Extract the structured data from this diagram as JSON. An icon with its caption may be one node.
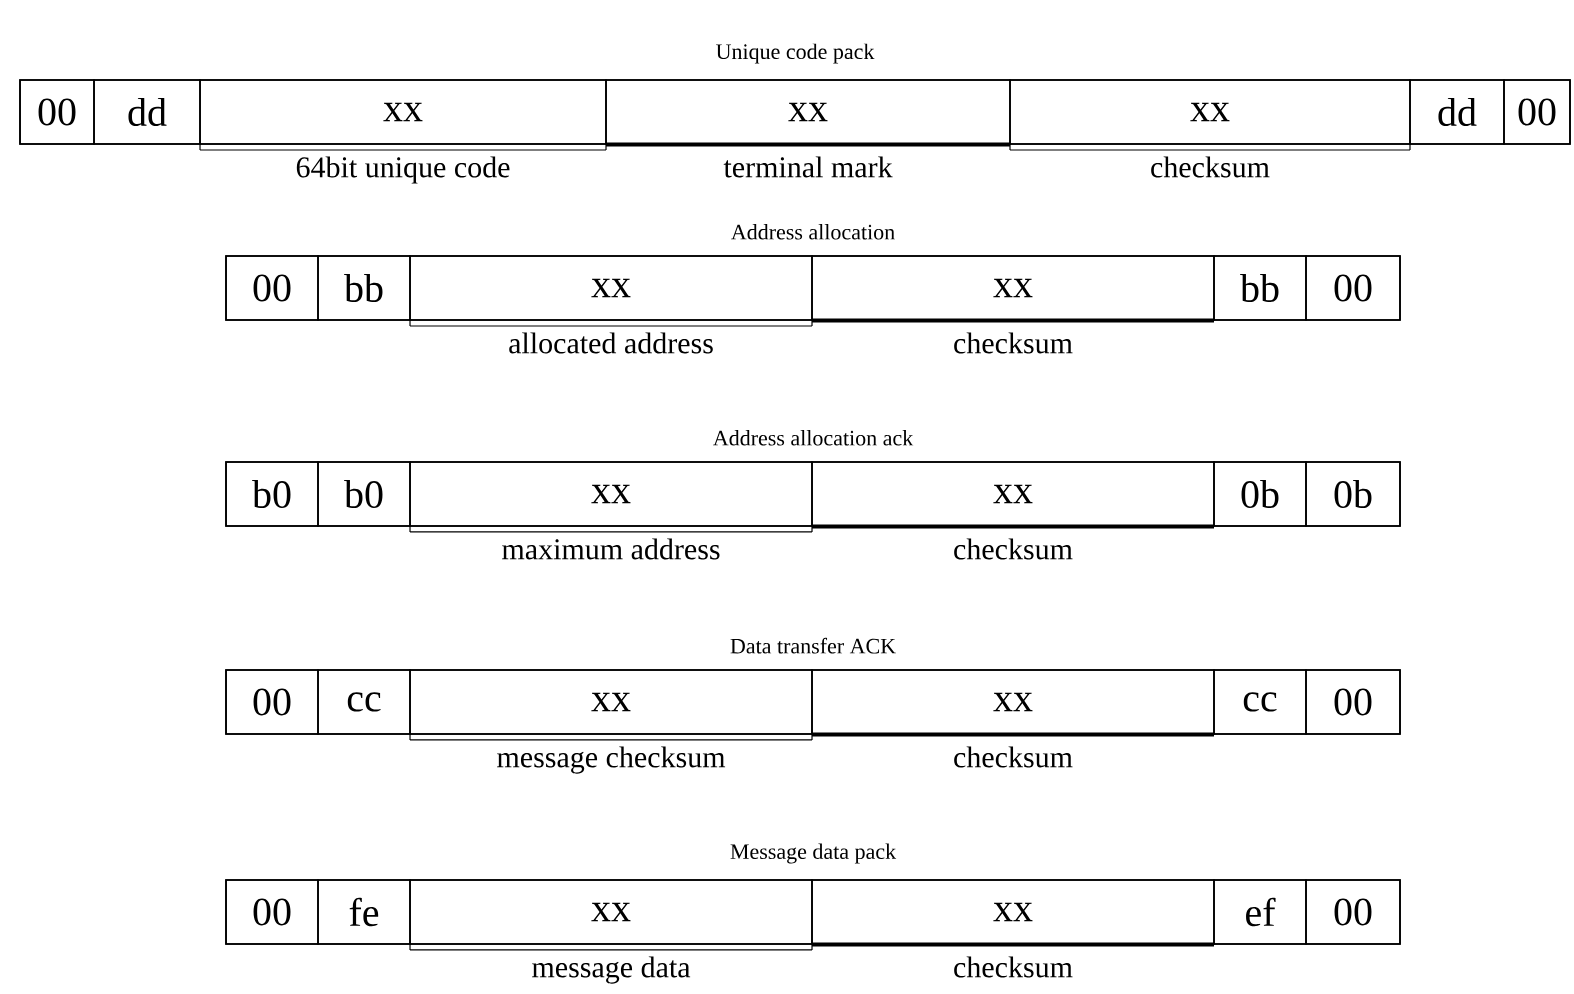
{
  "diagram": {
    "nodes": [
      {
        "text": [
          "Unique code pack"
        ]
      },
      {
        "text": [
          "00"
        ],
        "in": 0
      },
      {
        "text": [
          "dd"
        ],
        "in": 0
      },
      {
        "text": [
          "xx"
        ],
        "in": 0,
        "beside": [
          "64bit unique code"
        ]
      },
      {
        "text": [
          "xx"
        ],
        "in": 0,
        "beside": [
          "terminal mark"
        ]
      },
      {
        "text": [
          "xx"
        ],
        "in": 0,
        "beside": [
          "checksum"
        ]
      },
      {
        "text": [
          "dd"
        ],
        "in": 0
      },
      {
        "text": [
          "00"
        ],
        "in": 0
      },
      {
        "text": [
          "Address allocation"
        ]
      },
      {
        "text": [
          "00"
        ],
        "in": 8
      },
      {
        "text": [
          "bb"
        ],
        "in": 8
      },
      {
        "text": [
          "xx"
        ],
        "in": 8,
        "beside": [
          "allocated address"
        ]
      },
      {
        "text": [
          "xx"
        ],
        "in": 8,
        "beside": [
          "checksum"
        ]
      },
      {
        "text": [
          "bb"
        ],
        "in": 8
      },
      {
        "text": [
          "00"
        ],
        "in": 8
      },
      {
        "text": [
          "Address allocation ack"
        ]
      },
      {
        "text": [
          "b0"
        ],
        "in": 15
      },
      {
        "text": [
          "b0"
        ],
        "in": 15
      },
      {
        "text": [
          "xx"
        ],
        "in": 15,
        "beside": [
          "maximum address"
        ]
      },
      {
        "text": [
          "xx"
        ],
        "in": 15,
        "beside": [
          "checksum"
        ]
      },
      {
        "text": [
          "0b"
        ],
        "in": 15
      },
      {
        "text": [
          "0b"
        ],
        "in": 15
      },
      {
        "text": [
          "Data transfer ACK"
        ]
      },
      {
        "text": [
          "00"
        ],
        "in": 22
      },
      {
        "text": [
          "cc"
        ],
        "in": 22
      },
      {
        "text": [
          "xx"
        ],
        "in": 22,
        "beside": [
          "message checksum"
        ]
      },
      {
        "text": [
          "xx"
        ],
        "in": 22,
        "beside": [
          "checksum"
        ]
      },
      {
        "text": [
          "cc"
        ],
        "in": 22
      },
      {
        "text": [
          "00"
        ],
        "in": 22
      },
      {
        "text": [
          "Message data pack"
        ]
      },
      {
        "text": [
          "00"
        ],
        "in": 29
      },
      {
        "text": [
          "fe"
        ],
        "in": 29
      },
      {
        "text": [
          "xx"
        ],
        "in": 29,
        "beside": [
          "message data"
        ]
      },
      {
        "text": [
          "xx"
        ],
        "in": 29,
        "beside": [
          "checksum"
        ]
      },
      {
        "text": [
          "ef"
        ],
        "in": 29
      },
      {
        "text": [
          "00"
        ],
        "in": 29
      }
    ]
  }
}
